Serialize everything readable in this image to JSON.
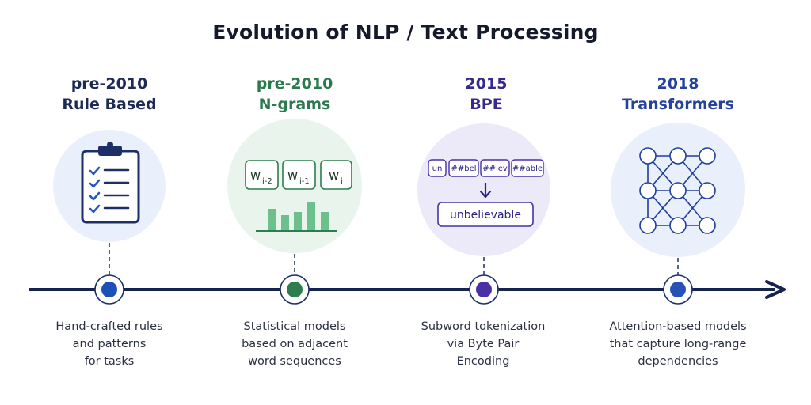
{
  "title": "Evolution of NLP / Text Processing",
  "colors": {
    "timeline": "#14244f",
    "rule_based": "#1d4fb8",
    "ngrams": "#2e7d4f",
    "bpe": "#4a2fa6",
    "transformers": "#2652b8"
  },
  "stages": [
    {
      "year": "pre-2010",
      "name": "Rule Based",
      "icon": "clipboard-checklist-icon",
      "description": [
        "Hand-crafted rules",
        "and patterns",
        "for tasks"
      ]
    },
    {
      "year": "pre-2010",
      "name": "N-grams",
      "icon": "ngram-bar-chart-icon",
      "words": [
        {
          "base": "w",
          "sub": "i-2"
        },
        {
          "base": "w",
          "sub": "i-1"
        },
        {
          "base": "w",
          "sub": "i"
        }
      ],
      "description": [
        "Statistical models",
        "based on adjacent",
        "word sequences"
      ]
    },
    {
      "year": "2015",
      "name": "BPE",
      "icon": "subword-merge-icon",
      "tokens": [
        "un",
        "##bel",
        "##iev",
        "##able"
      ],
      "result": "unbelievable",
      "description": [
        "Subword tokenization",
        "via Byte Pair",
        "Encoding"
      ]
    },
    {
      "year": "2018",
      "name": "Transformers",
      "icon": "neural-network-icon",
      "description": [
        "Attention-based models",
        "that capture long-range",
        "dependencies"
      ]
    }
  ]
}
